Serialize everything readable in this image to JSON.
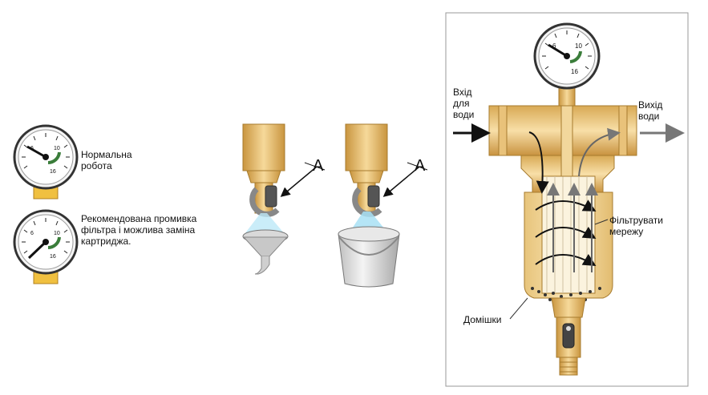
{
  "legend": {
    "normal": "Нормальна\nробота",
    "flush": "Рекомендована промивка\nфільтра і можлива заміна\nкартриджа."
  },
  "gauge_scale": {
    "left": "6",
    "right": "10",
    "bottom": "16"
  },
  "valve_marker": "A",
  "main": {
    "inlet": "Вхід\nдля\nводи",
    "outlet": "Вихід\nводи",
    "mesh": "Фільтрувати\nмережу",
    "impurities": "Домішки"
  },
  "colors": {
    "brass": "#e8c070",
    "brass_dark": "#b8893a",
    "water": "#7fd3f0",
    "mesh_line": "#e0d8c8",
    "arrow_gray": "#777777",
    "gauge_green": "#3a7d3a"
  }
}
